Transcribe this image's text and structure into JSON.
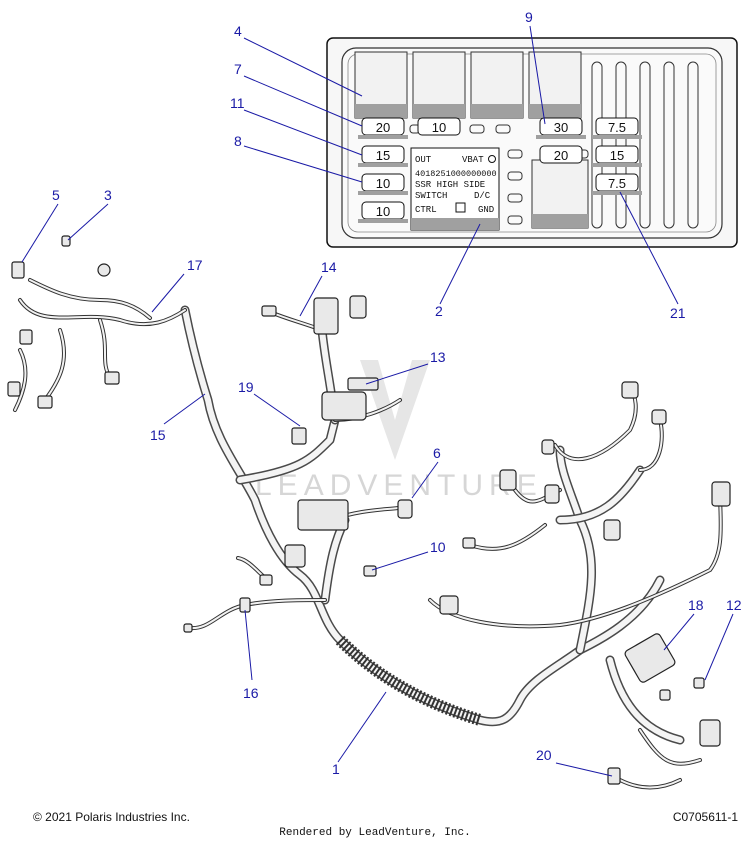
{
  "fuse_box": {
    "fuses": [
      {
        "id": "f7",
        "label": "20"
      },
      {
        "id": "f11",
        "label": "15"
      },
      {
        "id": "f8",
        "label": "10"
      },
      {
        "id": "f8b",
        "label": "10"
      },
      {
        "id": "fmid",
        "label": "10"
      },
      {
        "id": "f9",
        "label": "30"
      },
      {
        "id": "f9b",
        "label": "20"
      },
      {
        "id": "fr1",
        "label": "7.5"
      },
      {
        "id": "fr2",
        "label": "15"
      },
      {
        "id": "f21",
        "label": "7.5"
      }
    ],
    "relay": {
      "out": "OUT",
      "vbat": "VBAT",
      "part_number": "4018251000000000",
      "line1": "SSR HIGH SIDE",
      "line2": "SWITCH",
      "dc": "D/C",
      "ctrl": "CTRL",
      "gnd": "GND"
    }
  },
  "callouts": [
    "1",
    "2",
    "3",
    "4",
    "5",
    "6",
    "7",
    "8",
    "9",
    "10",
    "11",
    "12",
    "13",
    "14",
    "15",
    "16",
    "17",
    "18",
    "19",
    "20",
    "21"
  ],
  "watermark": "LEADVENTURE",
  "footer": {
    "copyright": "© 2021 Polaris Industries Inc.",
    "drawing_id": "C0705611-1",
    "rendered_by": "Rendered by LeadVenture, Inc."
  }
}
